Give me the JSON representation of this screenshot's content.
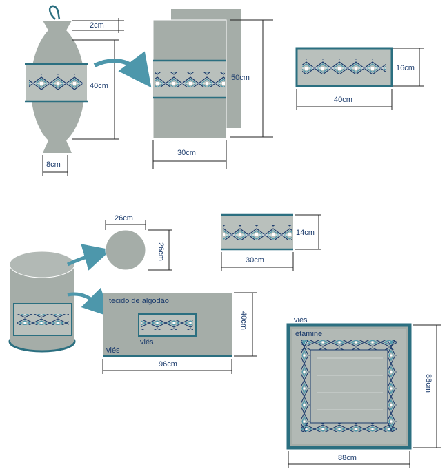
{
  "colors": {
    "fabric": "#a5ada8",
    "fabric_light": "#b9c0bc",
    "teal": "#2b6f80",
    "navy": "#1a3a6b",
    "dim_line": "#222222",
    "arrow": "#4d97ab"
  },
  "icons": {
    "arrow": "curved-arrow-icon",
    "embroidery": "embroidery-motif-icon"
  },
  "section_top": {
    "gift_bag": {
      "top_width": "2cm",
      "height": "40cm",
      "bottom_width": "8cm"
    },
    "fabric_panel": {
      "width": "30cm",
      "height": "50cm"
    },
    "embroidery_strip": {
      "width": "40cm",
      "height": "16cm"
    }
  },
  "section_bottom": {
    "cylinder_lid": {
      "width": "26cm",
      "height": "26cm"
    },
    "small_strip": {
      "width": "30cm",
      "height": "14cm"
    },
    "side_panel": {
      "title": "tecido de algodão",
      "bias_inner": "viés",
      "bias_outer": "viés",
      "width": "96cm",
      "height": "40cm"
    },
    "square_cloth": {
      "bias_label": "viés",
      "fabric_label": "étamine",
      "width": "88cm",
      "height": "88cm"
    }
  }
}
